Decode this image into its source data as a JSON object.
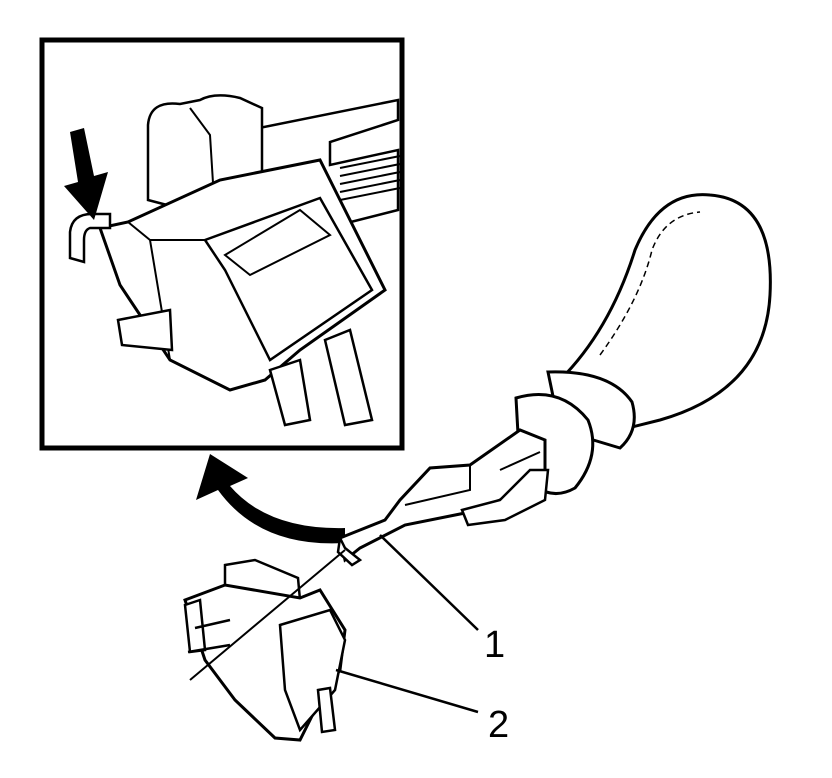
{
  "diagram": {
    "callouts": [
      {
        "id": "1",
        "label": "1"
      },
      {
        "id": "2",
        "label": "2"
      }
    ],
    "colors": {
      "line": "#000000",
      "fill": "#ffffff"
    },
    "icons": [
      "down-arrow-icon",
      "curved-arrow-icon"
    ]
  }
}
